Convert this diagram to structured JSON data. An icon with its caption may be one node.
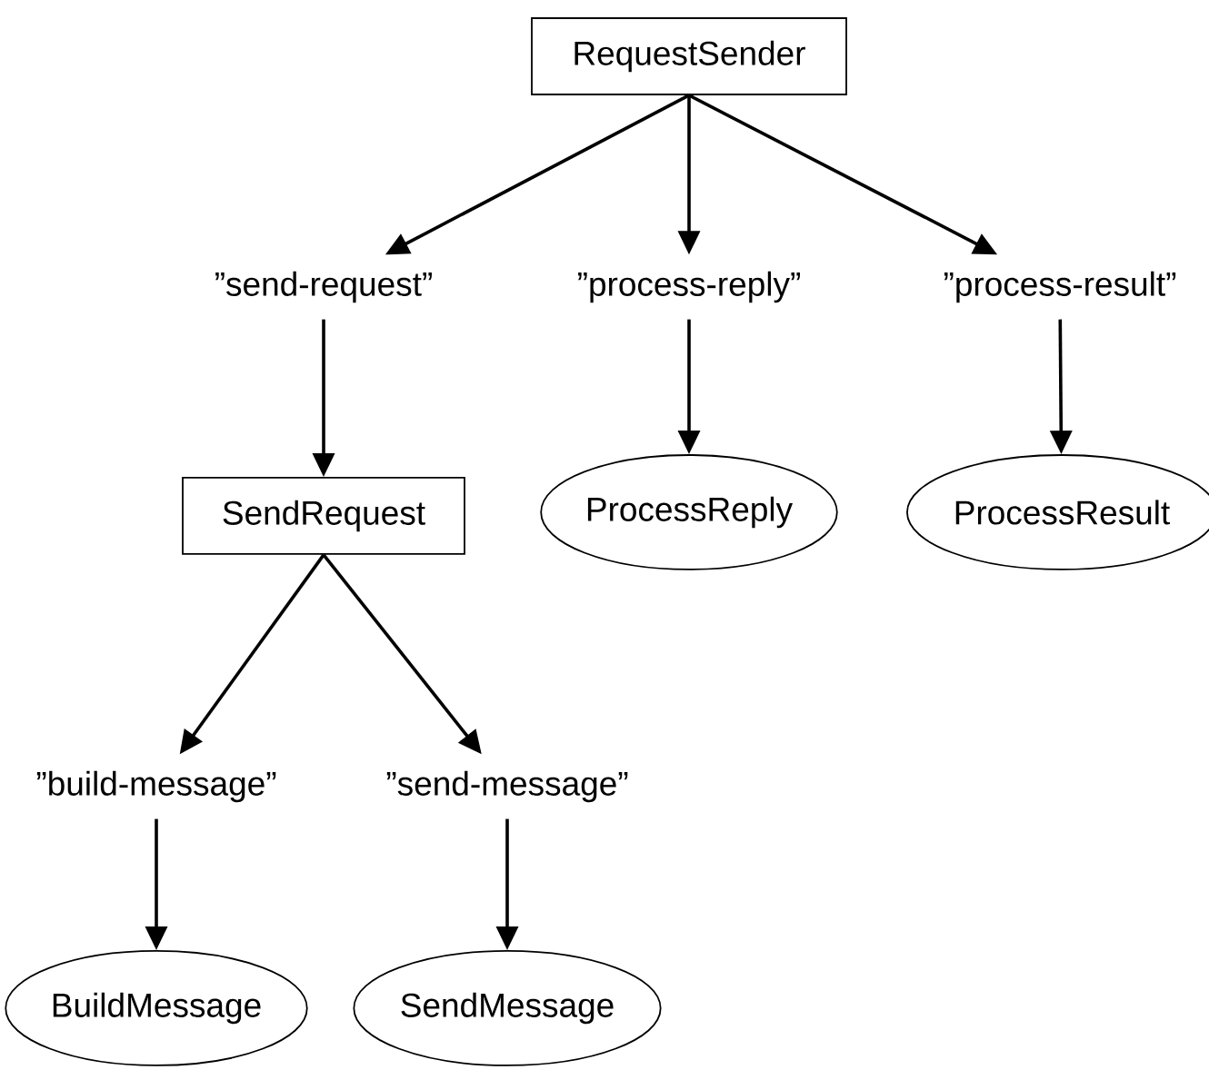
{
  "diagram": {
    "nodes": [
      {
        "text": [
          "RequestSender"
        ]
      },
      {
        "text": [
          "”send-request”"
        ]
      },
      {
        "text": [
          "”process-reply”"
        ]
      },
      {
        "text": [
          "”process-result”"
        ]
      },
      {
        "text": [
          "SendRequest"
        ]
      },
      {
        "text": [
          "ProcessReply"
        ]
      },
      {
        "text": [
          "ProcessResult"
        ]
      },
      {
        "text": [
          "”build-message”"
        ]
      },
      {
        "text": [
          "”send-message”"
        ]
      },
      {
        "text": [
          "BuildMessage"
        ]
      },
      {
        "text": [
          "SendMessage"
        ]
      }
    ],
    "edges": [
      {
        "from": 0,
        "to": 1,
        "arrow": "to"
      },
      {
        "from": 0,
        "to": 2,
        "arrow": "to"
      },
      {
        "from": 0,
        "to": 3,
        "arrow": "to"
      },
      {
        "from": 1,
        "to": 4,
        "arrow": "to"
      },
      {
        "from": 2,
        "to": 5,
        "arrow": "to"
      },
      {
        "from": 3,
        "to": 6,
        "arrow": "to"
      },
      {
        "from": 4,
        "to": 7,
        "arrow": "to"
      },
      {
        "from": 4,
        "to": 8,
        "arrow": "to"
      },
      {
        "from": 7,
        "to": 9,
        "arrow": "to"
      },
      {
        "from": 8,
        "to": 10,
        "arrow": "to"
      }
    ]
  }
}
